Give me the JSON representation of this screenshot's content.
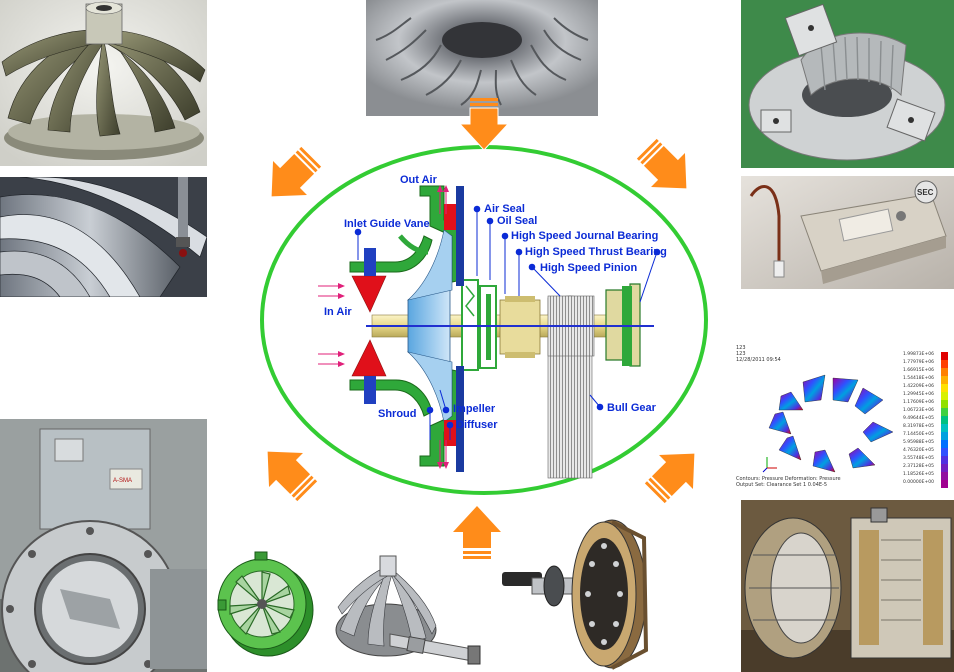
{
  "diagram": {
    "labels": {
      "out_air": "Out Air",
      "air_seal": "Air Seal",
      "oil_seal": "Oil Seal",
      "inlet_guide_vane": "Inlet Guide Vane",
      "journal_bearing": "High Speed Journal Bearing",
      "thrust_bearing": "High Speed Thrust Bearing",
      "pinion": "High Speed Pinion",
      "in_air": "In Air",
      "shroud": "Shroud",
      "impeller": "Impeller",
      "diffuser": "Diffuser",
      "bull_gear": "Bull Gear"
    },
    "colors": {
      "ellipse": "#33cc33",
      "arrow": "#ff8c1a",
      "label": "#0b2bd6",
      "red_part": "#e0101a",
      "green_part": "#2fa83a",
      "impeller_blue": "#7ab6e6",
      "shaft": "#f2e6a0"
    }
  },
  "fea": {
    "header_lines": [
      "123",
      "123",
      "12/28/2011 09:54"
    ],
    "footer_lines": [
      "Contours: Pressure   Deformation: Pressure",
      "Output Set: Clearance Set   1   0.04E-5"
    ],
    "legend_values": [
      "1.99873E+06",
      "1.77979E+06",
      "1.66915E+06",
      "1.54418E+06",
      "1.42209E+06",
      "1.29945E+06",
      "1.17609E+06",
      "1.06723E+06",
      "9.49644E+05",
      "8.31978E+05",
      "7.14450E+05",
      "5.95988E+05",
      "4.76320E+05",
      "3.55748E+05",
      "2.37128E+05",
      "1.18526E+05",
      "0.00000E+00"
    ],
    "legend_colors": [
      "#e00000",
      "#ff4000",
      "#ff8000",
      "#ffb000",
      "#ffe000",
      "#d8f000",
      "#90e000",
      "#40d040",
      "#00c080",
      "#00c0c0",
      "#00a0e0",
      "#0070ff",
      "#3050ff",
      "#5030e0",
      "#7020c0",
      "#9010a0",
      "#a00090"
    ]
  },
  "sec_logo": "SEC",
  "nameplate": {
    "text": "A-SMA"
  }
}
